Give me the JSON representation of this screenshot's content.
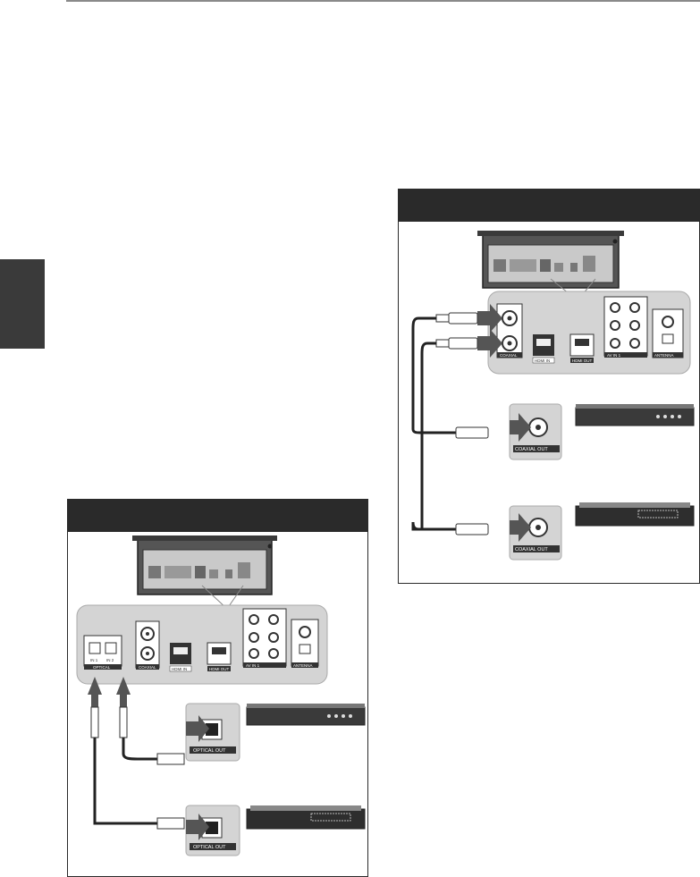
{
  "optical_panel": {
    "jack_labels": [
      "IN 1",
      "IN 2"
    ],
    "optical_group_label": "OPTICAL",
    "coaxial_group_label": "COAXIAL",
    "hdmi_in_label": "HDMI IN",
    "hdmi_out_label": "HDMI OUT",
    "av_in_label": "AV IN 1",
    "antenna_label": "ANTENNA",
    "device_1_port_label": "OPTICAL OUT",
    "device_2_port_label": "OPTICAL OUT"
  },
  "coaxial_panel": {
    "coaxial_group_label": "COAXIAL",
    "hdmi_in_label": "HDMI IN",
    "hdmi_out_label": "HDMI OUT",
    "av_in_label": "AV IN 1",
    "antenna_label": "ANTENNA",
    "device_1_port_label": "COAXIAL OUT",
    "device_2_port_label": "COAXIAL OUT"
  },
  "colors": {
    "panel_bar": "#2a2a2a",
    "side_tab": "#3a3a3a",
    "callout_fill": "#d4d4d4",
    "arrow": "#555555"
  }
}
